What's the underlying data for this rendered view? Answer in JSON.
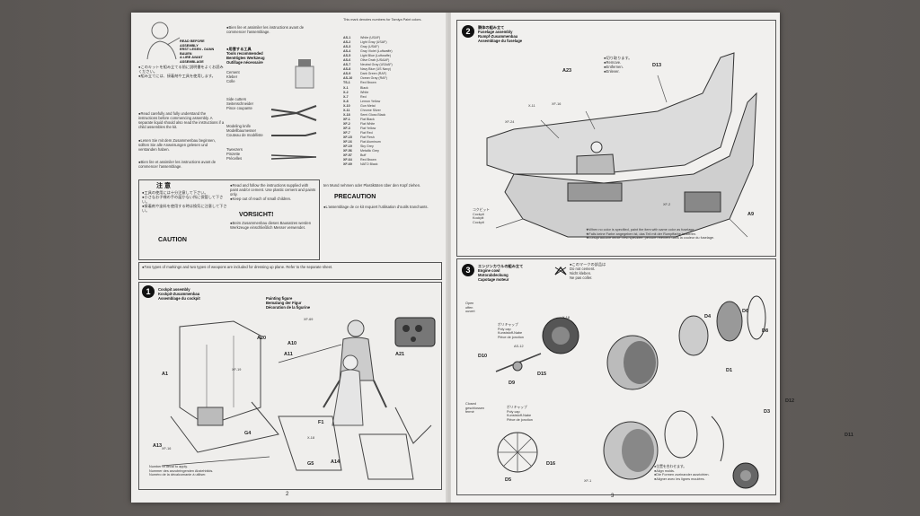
{
  "left_page": {
    "read_before": "READ BEFORE ASSEMBLY\nERST LESEN - DANN BAUEN\nA LIRE AVANT ASSEMBLAGE",
    "read_en": "●Read carefully and fully understand the instructions before commencing assembly. A separate liquid should also read the instructions if a child assembles the kit.",
    "read_de": "●Lesen Sie mit dem Zusammenbau beginnen, sollten Sie alle Anweisungen gelesen und verstanden haben.",
    "read_fr": "●Bien lire et assimiler les instructions avant de commencer l'assemblage.",
    "tools_title": "●用意する工具\nTools recommended\nBenötigtes Werkzeug\nOutillage nécessaire",
    "tool_cement": "Cement\nKleber\nColle",
    "tool_cutters": "Side cutters\nSeitenschneider\nPince coupante",
    "tool_knife": "Modeling knife\nModellbaumesser\nCouteau de modéliste",
    "tool_tweezers": "Tweezers\nPinzette\nPrécelles",
    "caution_label": "注 意",
    "vorsicht_label": "VORSICHT!",
    "caution_en_label": "CAUTION",
    "precaution_label": "PRECAUTION",
    "caution_text": "●Read and follow the instructions supplied with paint and/or cement. Use plastic cement and paints only.\n●Keep out of reach of small children.",
    "vorsicht_text": "●Beim Zusammenbau dieses Bausatzes werden Werkzeuge einschließlich Messer verwendet.",
    "precaution_text": "●L'assemblage de ce kit requiert l'utilisation d'outils tranchants.",
    "marks_note": "●Two types of markings and two types of weapons are included for dressing up plane. Refer to the separate sheet.",
    "step1_num": "1",
    "step1_title": "Cockpit assembly\nKockpit-Zusammenbau\nAssemblage du cockpit",
    "figure_title": "Painting figure\nBemalung der Figur\nDécoration de la figurine",
    "decal_note": "Number of decal to apply.\nNummer des anzubringenden Abziehbilds.\nNuméro de la décalcomanie à utiliser.",
    "page_number": "2",
    "parts": [
      "A20",
      "A1",
      "A13",
      "A10",
      "A11",
      "A21",
      "G4",
      "G5",
      "F1",
      "A14",
      "XF-19",
      "XF-69",
      "X-18",
      "XF-16"
    ]
  },
  "color_list": {
    "header": "This mark denotes numbers for Tamiya Paint colors.",
    "rows": [
      [
        "AS-1",
        "White (USAF)"
      ],
      [
        "AS-2",
        "Light Gray (USAF)"
      ],
      [
        "AS-3",
        "Gray (USAF)"
      ],
      [
        "AS-4",
        "Gray Violet (Luftwaffe)"
      ],
      [
        "AS-5",
        "Light Blue (Luftwaffe)"
      ],
      [
        "AS-6",
        "Olive Drab (USAAF)"
      ],
      [
        "AS-7",
        "Neutral Gray (USAAF)"
      ],
      [
        "AS-8",
        "Navy Blue (US Navy)"
      ],
      [
        "AS-9",
        "Dark Green (RAF)"
      ],
      [
        "AS-10",
        "Ocean Gray (RAF)"
      ],
      [
        "TS-1",
        "Red Brown"
      ],
      [
        "X-1",
        "Black"
      ],
      [
        "X-2",
        "White"
      ],
      [
        "X-7",
        "Red"
      ],
      [
        "X-8",
        "Lemon Yellow"
      ],
      [
        "X-10",
        "Gun Metal"
      ],
      [
        "X-11",
        "Chrome Silver"
      ],
      [
        "X-18",
        "Semi Gloss Black"
      ],
      [
        "XF-1",
        "Flat Black"
      ],
      [
        "XF-2",
        "Flat White"
      ],
      [
        "XF-3",
        "Flat Yellow"
      ],
      [
        "XF-7",
        "Flat Red"
      ],
      [
        "XF-15",
        "Flat Flesh"
      ],
      [
        "XF-16",
        "Flat Aluminum"
      ],
      [
        "XF-19",
        "Sky Grey"
      ],
      [
        "XF-56",
        "Metallic Grey"
      ],
      [
        "XF-57",
        "Buff"
      ],
      [
        "XF-64",
        "Red Brown"
      ],
      [
        "XF-69",
        "NATO Black"
      ]
    ]
  },
  "right_page": {
    "step2_num": "2",
    "step2_title": "胴体の組み立て\nFuselage assembly\nRumpf-Zusammenbau\nAssemblage du fuselage",
    "remove_note": "●切り取ります。\n●Remove.\n●Entfernen.\n●Enlever.",
    "cockpit_label": "コクピット\nCockpit\nKockpit\nCockpit",
    "no_color_note": "★When no color is specified, paint the item with same color as fuselage.\n★Falls keine Farbe angegeben ist, das Teil mit der Rumpffarbe lackieren.\n★Lorsqu'aucune teinte n'est spécifiée, peindre l'élément dans la couleur du fuselage.",
    "step3_num": "3",
    "step3_title": "エンジンカウルの組み立て\nEngine cowl\nMotorabdeckung\nCapotage moteur",
    "do_not_cement": "●このマークの部品は\nDo not cement.\nNicht kleben.\nNe pas coller.",
    "open_cowl": "Open\noffen\nouvert",
    "closed_cowl": "Closed\ngeschlossen\nfermé",
    "poly_cap": "ポリキャップ\nPoly cap\nKunststoff-Nabe\nPièce de jonction",
    "align_note": "●位置を合わせます。\n●Align molds.\n●Die Formen zueinander ausrichten.\n●Aligner avec les lignes moulées.",
    "page_number": "3",
    "parts_step2": [
      "A23",
      "D13",
      "A9",
      "XF-24",
      "X-11",
      "XF-16",
      "XF-2"
    ],
    "parts_step3": [
      "D6",
      "D8",
      "D4",
      "D1",
      "D10",
      "D9",
      "D15",
      "D16",
      "D3",
      "D12",
      "D11",
      "D5",
      "AS-12",
      "X-18",
      "XF-1"
    ]
  }
}
